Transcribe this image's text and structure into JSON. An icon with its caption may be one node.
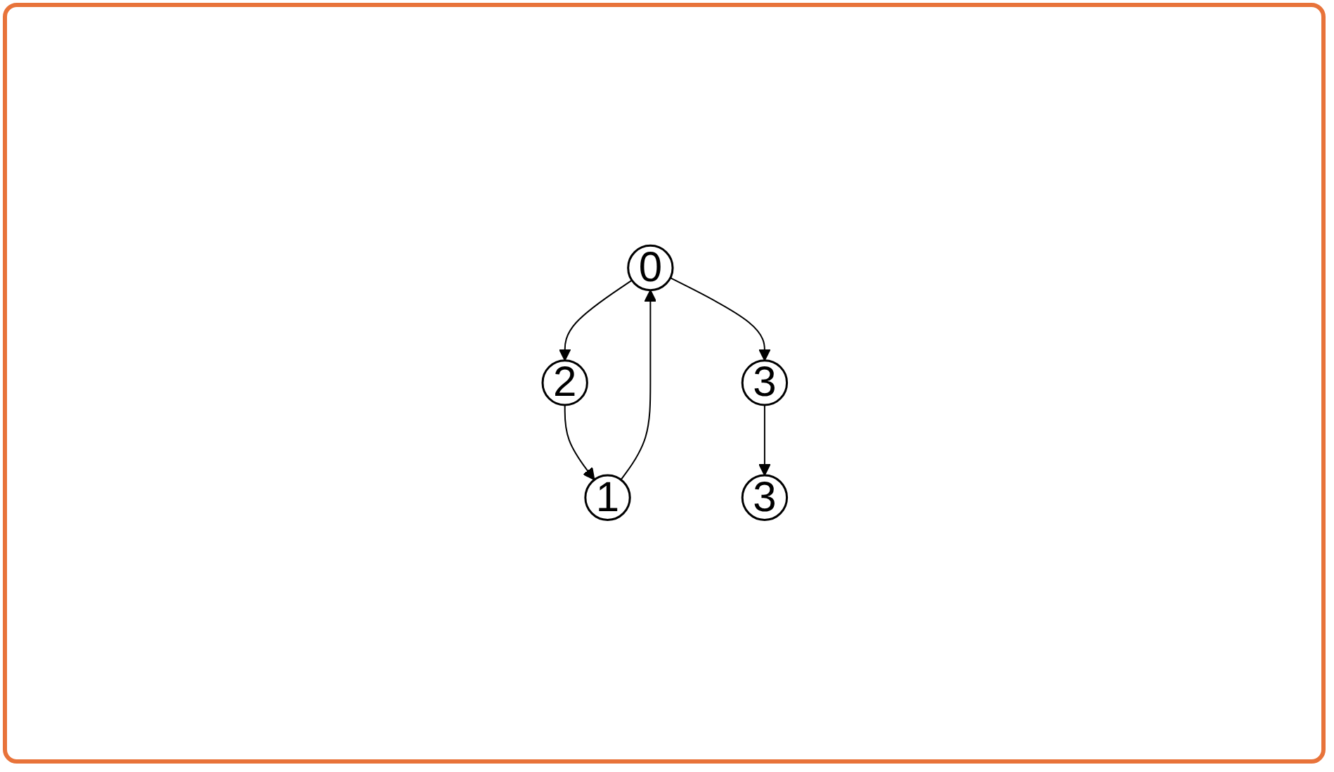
{
  "diagram": {
    "nodes": [
      {
        "text": [
          "0"
        ]
      },
      {
        "text": [
          "1"
        ]
      },
      {
        "text": [
          "2"
        ]
      },
      {
        "text": [
          "3"
        ]
      },
      {
        "text": [
          "3"
        ]
      }
    ],
    "edges": [
      {
        "from": 1,
        "to": 0,
        "arrow": "to"
      },
      {
        "from": 0,
        "to": 2,
        "arrow": "to"
      },
      {
        "from": 0,
        "to": 3,
        "arrow": "to"
      },
      {
        "from": 2,
        "to": 1,
        "arrow": "to"
      },
      {
        "from": 3,
        "to": 4,
        "arrow": "to"
      }
    ]
  }
}
